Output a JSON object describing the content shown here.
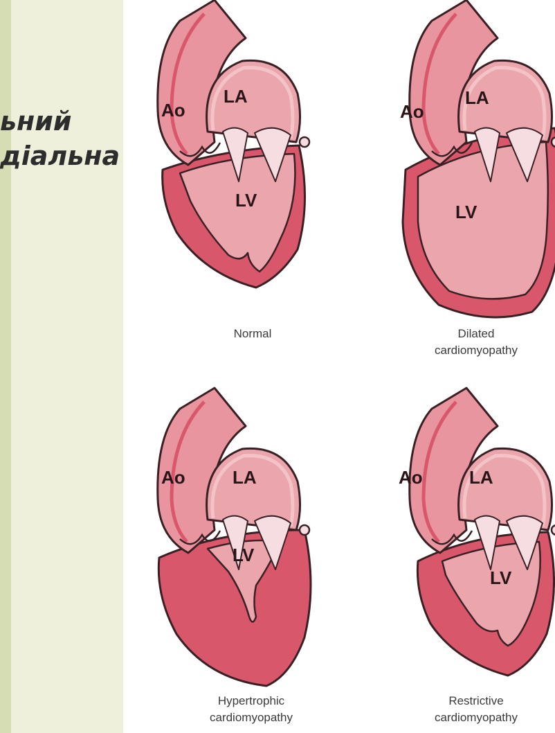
{
  "slide": {
    "title_line1": "ьний",
    "title_line2": "діальна"
  },
  "panels": [
    {
      "caption": "Normal",
      "ao": "Ao",
      "la": "LA",
      "lv": "LV"
    },
    {
      "caption": "Dilated\ncardiomyopathy",
      "ao": "Ao",
      "la": "LA",
      "lv": "LV"
    },
    {
      "caption": "Hypertrophic\ncardiomyopathy",
      "ao": "Ao",
      "la": "LA",
      "lv": "LV"
    },
    {
      "caption": "Restrictive\ncardiomyopathy",
      "ao": "Ao",
      "la": "LA",
      "lv": "LV"
    }
  ],
  "colors": {
    "background": "#eef0dc",
    "muscle": "#d9576b",
    "outline": "#3a2024",
    "chamber": "#eaa5ad",
    "atrium_wall": "#f3c3c7",
    "valve": "#f6dde1"
  }
}
